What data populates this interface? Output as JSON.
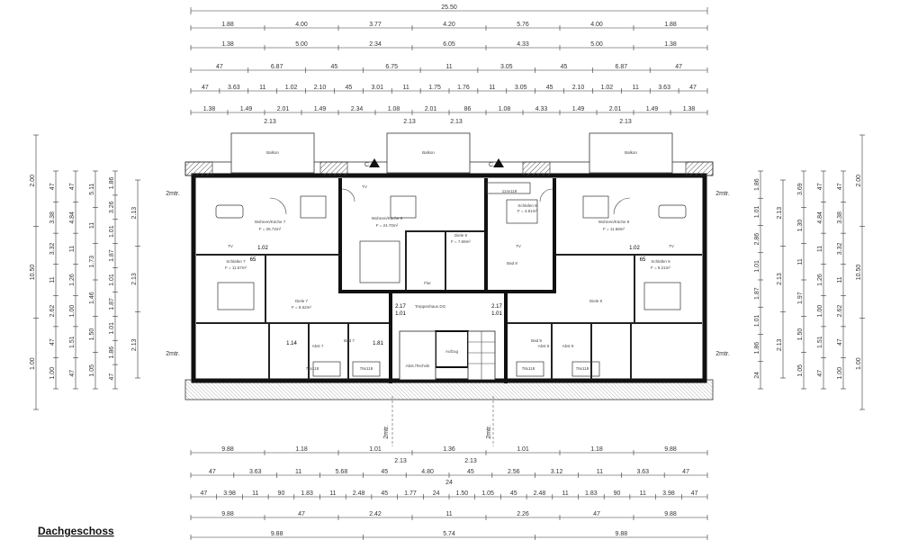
{
  "title": "Dachgeschoss",
  "section_marker": "C",
  "total_width": "25.50",
  "top_dims": [
    [
      "1.88",
      "4.00",
      "3.77",
      "4.20",
      "5.76",
      "4.00",
      "1.88"
    ],
    [
      "1.38",
      "5.00",
      "2.34",
      "6.05",
      "4.33",
      "5.00",
      "1.38"
    ],
    [
      "47",
      "6.87",
      "45",
      "6.75",
      "11",
      "3.05",
      "45",
      "6.87",
      "47"
    ],
    [
      "47",
      "3.63",
      "11",
      "1.02",
      "2.10",
      "45",
      "3.01",
      "11",
      "1.75",
      "1.76",
      "11",
      "3.05",
      "45",
      "2.10",
      "1.02",
      "11",
      "3.63",
      "47"
    ],
    [
      "1.38",
      "1.49",
      "2.01",
      "1.49",
      "2.34",
      "1.08",
      "2.01",
      "86",
      "1.08",
      "4.33",
      "1.49",
      "2.01",
      "1.49",
      "1.38"
    ]
  ],
  "top_sub_labels": [
    "2.13",
    "2.13",
    "2.13",
    "2.13"
  ],
  "bottom_dims": [
    [
      "9.88",
      "1.18",
      "1.01",
      "1.36",
      "1.01",
      "1.18",
      "9.88"
    ],
    [
      "2.13",
      "2.13"
    ],
    [
      "47",
      "3.63",
      "11",
      "5.68",
      "45",
      "4.80",
      "45",
      "2.56",
      "3.12",
      "11",
      "3.63",
      "47"
    ],
    [
      "24"
    ],
    [
      "47",
      "3.98",
      "11",
      "90",
      "1.83",
      "11",
      "2.48",
      "45",
      "1.77",
      "24",
      "1.50",
      "1.05",
      "45",
      "2.48",
      "11",
      "1.83",
      "90",
      "11",
      "3.98",
      "47"
    ],
    [
      "9.88",
      "47",
      "2.42",
      "11",
      "2.26",
      "47",
      "9.88"
    ],
    [
      "9.88",
      "5.74",
      "9.88"
    ]
  ],
  "left_dims": {
    "outer": [
      "2.00",
      "10.50",
      "1.00"
    ],
    "col2": [
      "47",
      "3.38",
      "3.32",
      "11",
      "2.62",
      "47",
      "1.00"
    ],
    "col3": [
      "47",
      "4.84",
      "11",
      "1.26",
      "1.00",
      "1.51",
      "47"
    ],
    "col4": [
      "5.11",
      "11",
      "1.73",
      "1.46",
      "1.50",
      "1.05"
    ],
    "col5": [
      "1.86",
      "3.26",
      "1.01",
      "1.87",
      "1.01",
      "1.87",
      "1.01",
      "1.86",
      "47"
    ],
    "col6": [
      "2.13",
      "2.13",
      "2.13"
    ]
  },
  "right_dims": {
    "outer": [
      "2.00",
      "10.50",
      "1.00"
    ],
    "col2": [
      "47",
      "3.38",
      "3.32",
      "11",
      "2.62",
      "47",
      "1.00"
    ],
    "col3": [
      "47",
      "4.84",
      "11",
      "1.26",
      "1.00",
      "1.51",
      "47"
    ],
    "col4": [
      "3.69",
      "1.30",
      "11",
      "1.97",
      "1.50",
      "1.05"
    ],
    "col5": [
      "1.86",
      "1.01",
      "2.86",
      "1.01",
      "1.87",
      "1.01",
      "1.86",
      "24"
    ],
    "col6": [
      "2.13",
      "2.13",
      "2.13"
    ]
  },
  "mtr_labels": [
    "2mtr.",
    "2mtr.",
    "2mtr.",
    "2mtr.",
    "2mtr.",
    "2mtr."
  ],
  "balconies": [
    "Balkon",
    "Balkon",
    "Balkon"
  ],
  "rooms": [
    "Wohnen/Küche 7",
    "Wohnen/Küche 8",
    "Wohnen/Küche 9",
    "Schlafen 7",
    "Schlafen 8",
    "Schlafen 9",
    "Diele 7",
    "Diele 8",
    "Diele 9",
    "Bad 7",
    "Bad 8",
    "Bad 9",
    "Abst 7",
    "Abst 8",
    "Abst 9",
    "Treppenhaus DG",
    "Abst./Technik",
    "Aufzug",
    "Flur"
  ],
  "room_sizes": [
    "F = 26.72m²",
    "F = 24.70m²",
    "F = 11.68m²",
    "F = 11.57m²",
    "F = 4.81m²",
    "F = 5.21m²",
    "F = 8.62m²",
    "F = 7.69m²"
  ],
  "fixtures": [
    "TV",
    "TV",
    "TV",
    "TV",
    "114x118",
    "78x118",
    "78x118",
    "78x118",
    "78x118"
  ],
  "wall_labels": [
    "1.02",
    "1.02",
    "65",
    "65",
    "1.14",
    "1.81",
    "2.17",
    "1.01",
    "2.17",
    "1.01"
  ]
}
